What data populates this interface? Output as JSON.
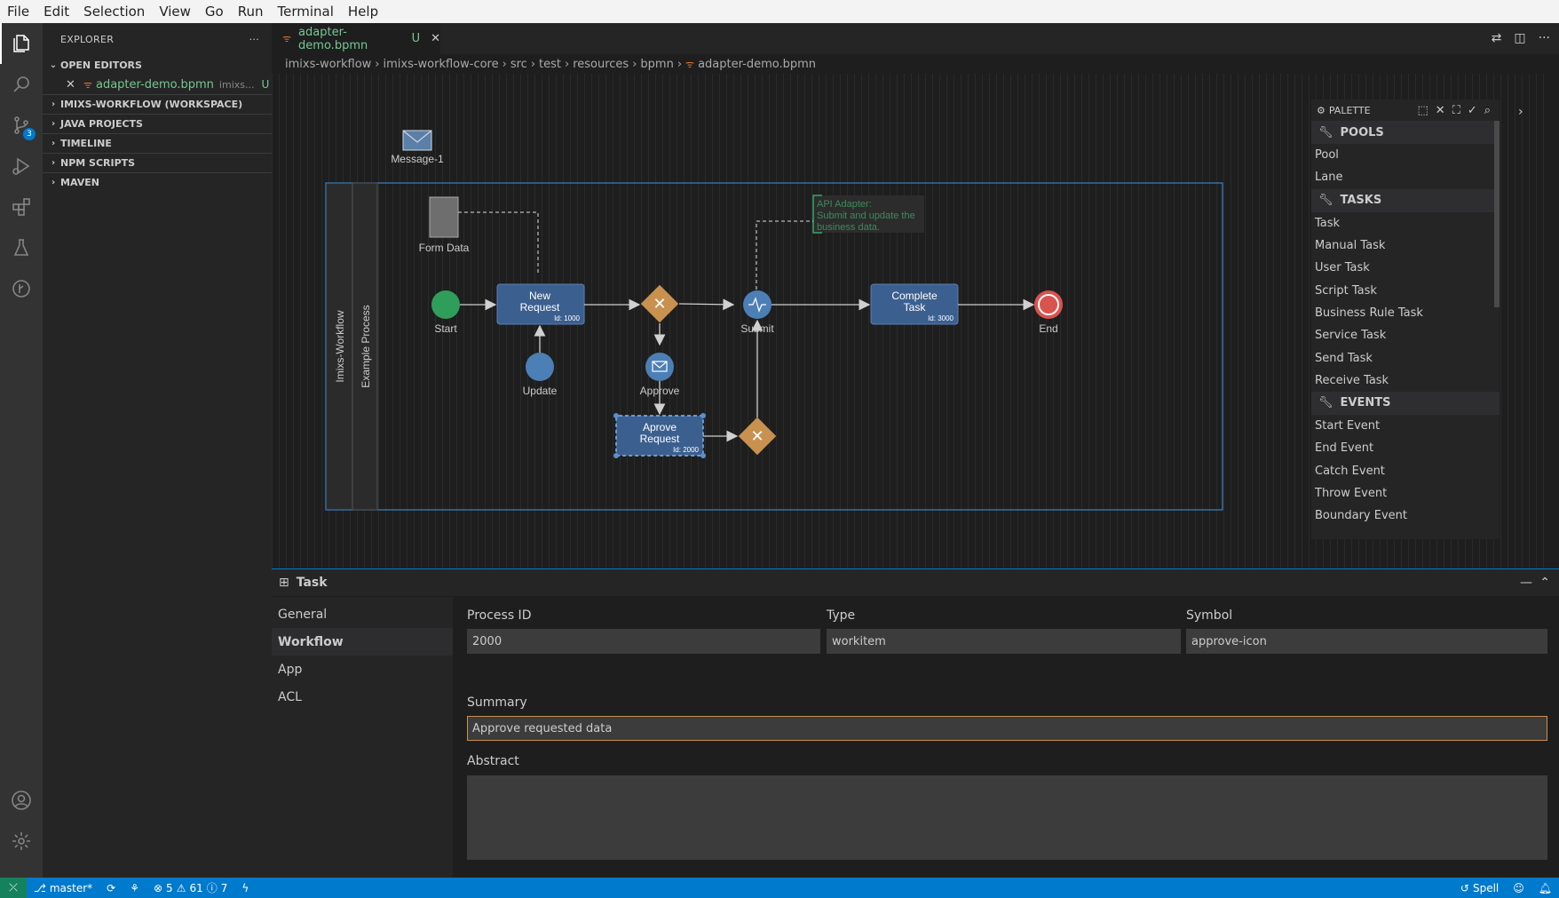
{
  "menu": [
    "File",
    "Edit",
    "Selection",
    "View",
    "Go",
    "Run",
    "Terminal",
    "Help"
  ],
  "explorer": {
    "title": "EXPLORER",
    "open_editors_label": "OPEN EDITORS",
    "open_file": {
      "name": "adapter-demo.bpmn",
      "path": "imixs...",
      "status": "U"
    },
    "sections": [
      "IMIXS-WORKFLOW (WORKSPACE)",
      "JAVA PROJECTS",
      "TIMELINE",
      "NPM SCRIPTS",
      "MAVEN"
    ]
  },
  "activity_badge": "3",
  "tab": {
    "label": "adapter-demo.bpmn",
    "status": "U"
  },
  "breadcrumb": [
    "imixs-workflow",
    "imixs-workflow-core",
    "src",
    "test",
    "resources",
    "bpmn",
    "adapter-demo.bpmn"
  ],
  "diagram": {
    "message_label": "Message-1",
    "pool_label": "Imixs-Workflow",
    "lane_label": "Example Process",
    "data_object_label": "Form Data",
    "start_label": "Start",
    "task1": {
      "line1": "New",
      "line2": "Request",
      "id": "Id: 1000"
    },
    "update_label": "Update",
    "approve_label": "Approve",
    "task2": {
      "line1": "Aprove",
      "line2": "Request",
      "id": "Id: 2000"
    },
    "submit_label": "Submit",
    "task3": {
      "line1": "Complete",
      "line2": "Task",
      "id": "Id: 3000"
    },
    "end_label": "End",
    "annotation": {
      "line1": "API Adapter:",
      "line2": "Submit and update the",
      "line3": "business data."
    }
  },
  "palette": {
    "title": "PALETTE",
    "categories": [
      {
        "name": "POOLS",
        "items": [
          "Pool",
          "Lane"
        ]
      },
      {
        "name": "TASKS",
        "items": [
          "Task",
          "Manual Task",
          "User Task",
          "Script Task",
          "Business Rule Task",
          "Service Task",
          "Send Task",
          "Receive Task"
        ]
      },
      {
        "name": "EVENTS",
        "items": [
          "Start Event",
          "End Event",
          "Catch Event",
          "Throw Event",
          "Boundary Event"
        ]
      }
    ]
  },
  "panel": {
    "title": "Task",
    "nav": [
      "General",
      "Workflow",
      "App",
      "ACL"
    ],
    "active_nav": "Workflow",
    "fields": {
      "process_id": {
        "label": "Process ID",
        "value": "2000"
      },
      "type": {
        "label": "Type",
        "value": "workitem"
      },
      "symbol": {
        "label": "Symbol",
        "value": "approve-icon"
      },
      "summary": {
        "label": "Summary",
        "value": "Approve requested data"
      },
      "abstract": {
        "label": "Abstract",
        "value": ""
      }
    }
  },
  "status": {
    "branch": "master*",
    "errors": "5",
    "warnings": "61",
    "info": "7",
    "spell": "Spell"
  },
  "colors": {
    "accent": "#007acc",
    "task": "#3b5f8f",
    "gateway": "#c8914f",
    "start": "#2f9e5b",
    "end": "#d9534f"
  }
}
